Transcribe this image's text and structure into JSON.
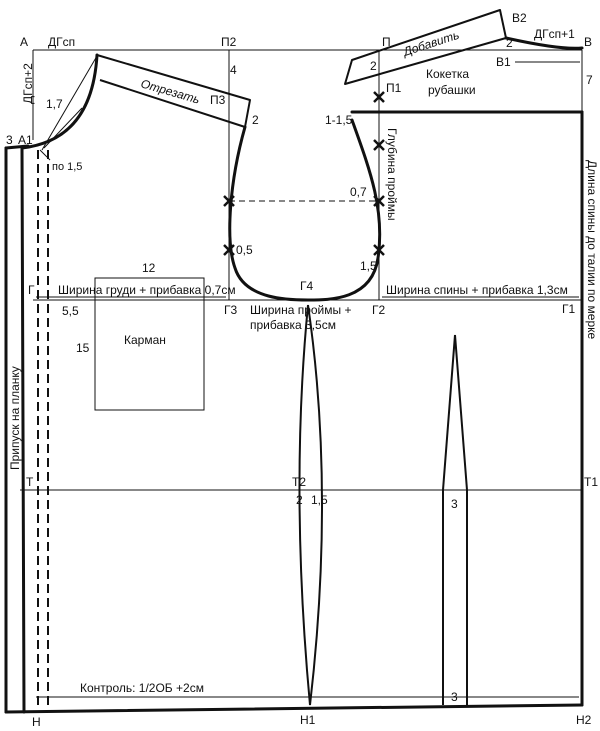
{
  "points": {
    "A": "А",
    "A1": "А1",
    "P2": "П2",
    "P": "П",
    "B": "В",
    "B1": "В1",
    "B2": "В2",
    "P1": "П1",
    "P3": "П3",
    "G": "Г",
    "G1": "Г1",
    "G2": "Г2",
    "G3": "Г3",
    "G4": "Г4",
    "T": "Т",
    "T1": "Т1",
    "T2": "Т2",
    "N": "Н",
    "N1": "Н1",
    "N2": "Н2"
  },
  "labels": {
    "dgsp_top": "ДГсп",
    "dgsp2": "ДГсп+2",
    "dgsp1": "ДГсп+1",
    "cut": "Отрезать",
    "add": "Добавить",
    "yoke_line1": "Кокетка",
    "yoke_line2": "рубашки",
    "armhole_depth": "Глубина проймы",
    "back_length": "Длина спины до талии по мерке",
    "placket": "Припуск на планку",
    "chest_width": "Ширина груди + прибавка 0,7см",
    "armhole_width_line1": "Ширина проймы +",
    "armhole_width_line2": "прибавка 3,5см",
    "back_width": "Ширина спины + прибавка 1,3см",
    "pocket": "Карман",
    "control": "Контроль: 1/2ОБ +2см",
    "by_1_5": "по 1,5"
  },
  "values": {
    "v1_7": "1,7",
    "v3": "3",
    "v4": "4",
    "v2_shoulder": "2",
    "v2_yoke_left": "2",
    "v2_yoke_right": "2",
    "v7": "7",
    "v1_1_5": "1-1,5",
    "v0_7": "0,7",
    "v0_5": "0,5",
    "v1_5_armhole": "1,5",
    "v12": "12",
    "v5_5": "5,5",
    "v15": "15",
    "v2_dart": "2",
    "v1_5_dart": "1,5",
    "v3_back_dart": "3",
    "v3_bottom": "3"
  }
}
